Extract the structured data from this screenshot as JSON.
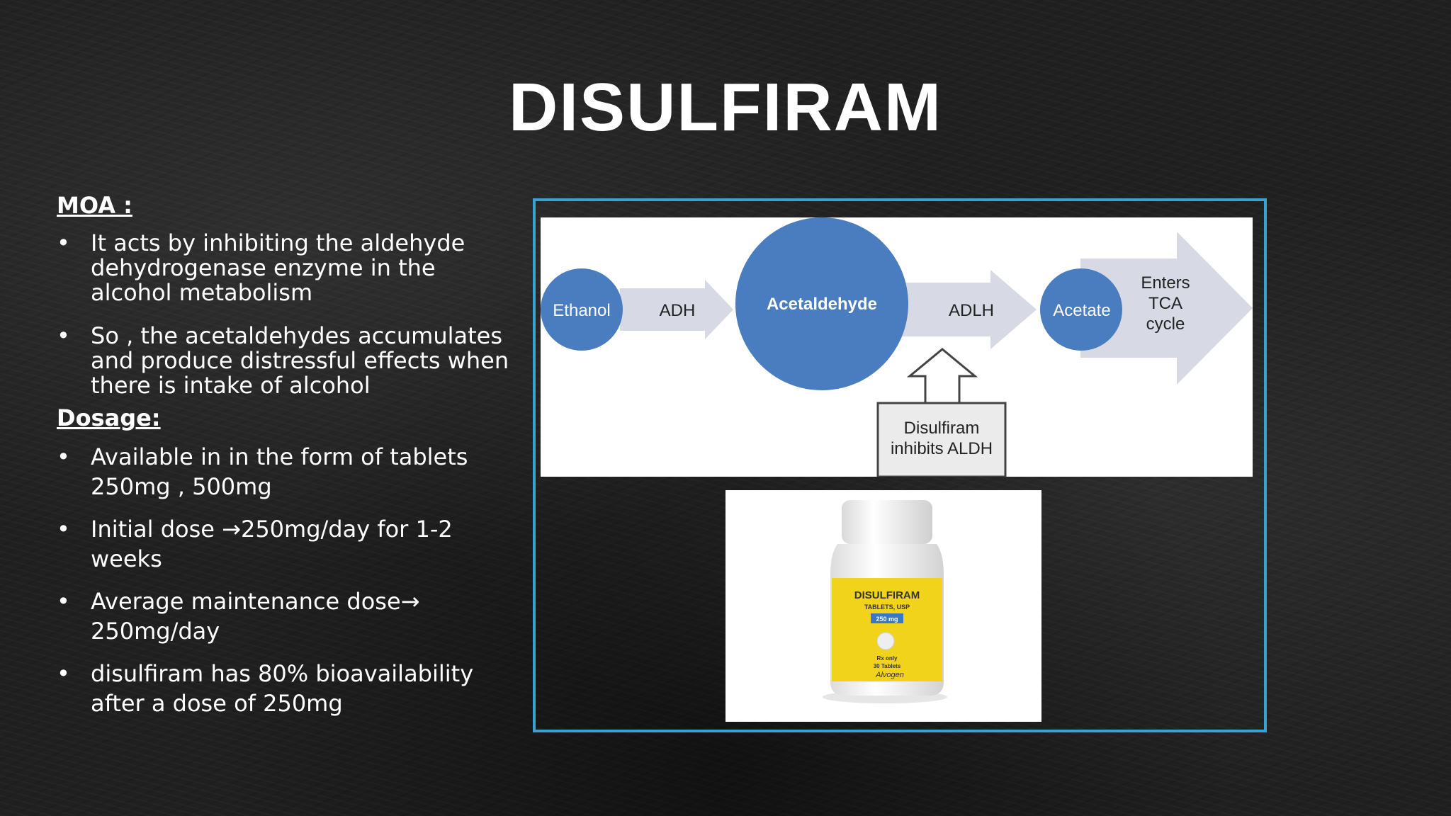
{
  "title": "DISULFIRAM",
  "moa": {
    "heading": "MOA :",
    "bullets": [
      "It acts by inhibiting the aldehyde dehydrogenase enzyme in the alcohol metabolism",
      "So , the acetaldehydes accumulates and produce distressful effects when there is intake of alcohol"
    ]
  },
  "dosage": {
    "heading": "Dosage:",
    "bullets": [
      "Available in in the form of tablets 250mg , 500mg",
      "Initial dose →250mg/day for 1-2 weeks",
      "Average maintenance dose→ 250mg/day",
      "disulfiram has 80% bioavailability after a dose of 250mg"
    ]
  },
  "diagram": {
    "ethanol": "Ethanol",
    "adh": "ADH",
    "acetaldehyde": "Acetaldehyde",
    "adlh": "ADLH",
    "acetate": "Acetate",
    "enters_line1": "Enters",
    "enters_line2": "TCA",
    "enters_line3": "cycle",
    "inhibit_line1": "Disulfiram",
    "inhibit_line2": "inhibits ALDH"
  },
  "bottle": {
    "brand": "DISULFIRAM",
    "form": "TABLETS, USP",
    "strength": "250 mg",
    "rx": "Rx only",
    "count": "30 Tablets",
    "maker": "Alvogen"
  },
  "colors": {
    "frame": "#3aa1d3",
    "circle": "#4a7dbf",
    "arrow": "#d7dae4",
    "label_yellow": "#f2d31b"
  }
}
